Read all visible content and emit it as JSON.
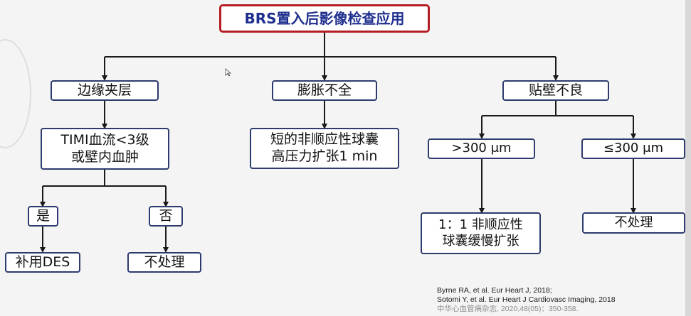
{
  "diagram": {
    "title": "BRS置入后影像检查应用",
    "categories": {
      "edge": "边缘夹层",
      "expansion": "膨胀不全",
      "apposition": "贴壁不良"
    },
    "edge_condition": "TIMI血流<3级\n或壁内血肿",
    "yes": "是",
    "no": "否",
    "add_des": "补用DES",
    "no_treat_left": "不处理",
    "expansion_action": "短的非顺应性球囊\n高压力扩张1 min",
    "gt300": ">300 μm",
    "le300": "≤300 μm",
    "gt300_action": "1：1 非顺应性\n球囊缓慢扩张",
    "no_treat_right": "不处理"
  },
  "references": [
    "Byrne RA, et al. Eur Heart J, 2018;",
    "Sotomi Y, et al. Eur Heart J Cardiovasc Imaging, 2018",
    "中华心血管病杂志, 2020,48(05)：350-358."
  ],
  "colors": {
    "title_border": "#b51d24",
    "title_text": "#1f2f8f",
    "box_border": "#2e3b6e",
    "connector": "#1a1a1a"
  }
}
